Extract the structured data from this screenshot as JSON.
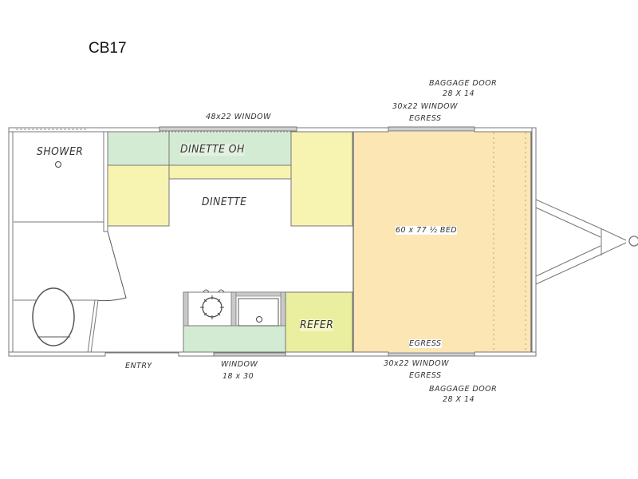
{
  "title": "CB17",
  "colors": {
    "wall": "#6f6f6f",
    "overhead_green": "#d4ebd3",
    "dinette_yellow": "#f7f3b0",
    "refer_yellow": "#e9ef9f",
    "bed_tan": "#fce6b3",
    "counter_green": "#d4ebd3"
  },
  "labels": {
    "shower": "SHOWER",
    "dinette_oh": "DINETTE  OH",
    "dinette": "DINETTE",
    "refer": "REFER",
    "bed": "60 x 77 ½ BED",
    "bed_egress": "EGRESS",
    "entry": "ENTRY"
  },
  "annotations": {
    "top_window": "48x22  WINDOW",
    "top_egress_window_line1": "30x22  WINDOW",
    "top_egress_window_line2": "EGRESS",
    "top_baggage_line1": "BAGGAGE  DOOR",
    "top_baggage_line2": "28  X  14",
    "bottom_window_line1": "WINDOW",
    "bottom_window_line2": "18  x  30",
    "bottom_egress_window_line1": "30x22  WINDOW",
    "bottom_egress_window_line2": "EGRESS",
    "bottom_baggage_line1": "BAGGAGE  DOOR",
    "bottom_baggage_line2": "28  X  14"
  },
  "fixtures": [
    "shower-drain",
    "toilet",
    "stove-burner",
    "sink",
    "hitch"
  ]
}
